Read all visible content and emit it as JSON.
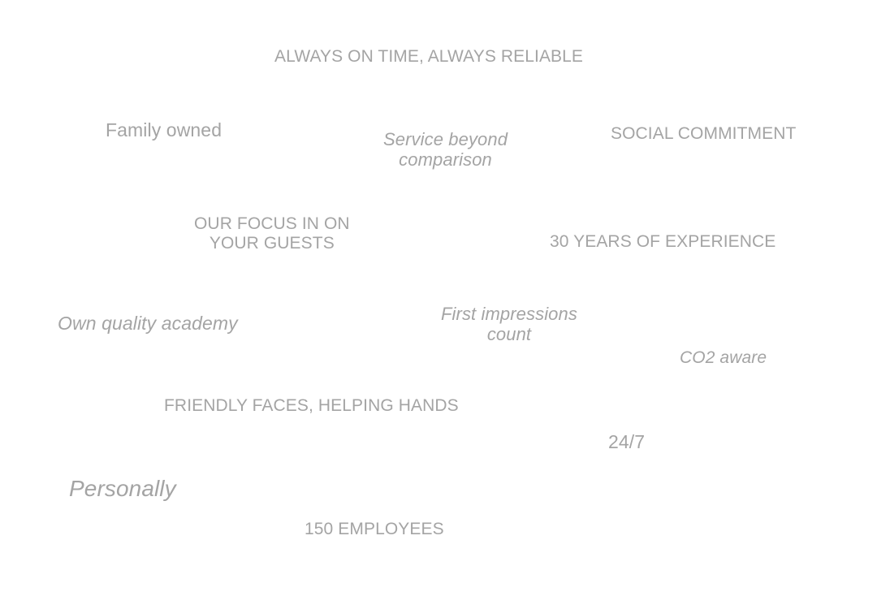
{
  "tags": [
    {
      "text": "ALWAYS ON TIME, ALWAYS RELIABLE"
    },
    {
      "text": "Family owned"
    },
    {
      "lines": [
        "Service beyond",
        "comparison"
      ]
    },
    {
      "text": "SOCIAL COMMITMENT"
    },
    {
      "lines": [
        "OUR FOCUS IN ON",
        "YOUR GUESTS"
      ]
    },
    {
      "text": "30 YEARS OF EXPERIENCE"
    },
    {
      "text": "Own quality academy"
    },
    {
      "lines": [
        "First impressions",
        "count"
      ]
    },
    {
      "text": "CO2 aware"
    },
    {
      "text": "FRIENDLY FACES, HELPING HANDS"
    },
    {
      "text": "24/7"
    },
    {
      "text": "Personally"
    },
    {
      "text": "150 EMPLOYEES"
    }
  ],
  "colors": {
    "text": "#a4a4a4",
    "background": "#ffffff"
  }
}
